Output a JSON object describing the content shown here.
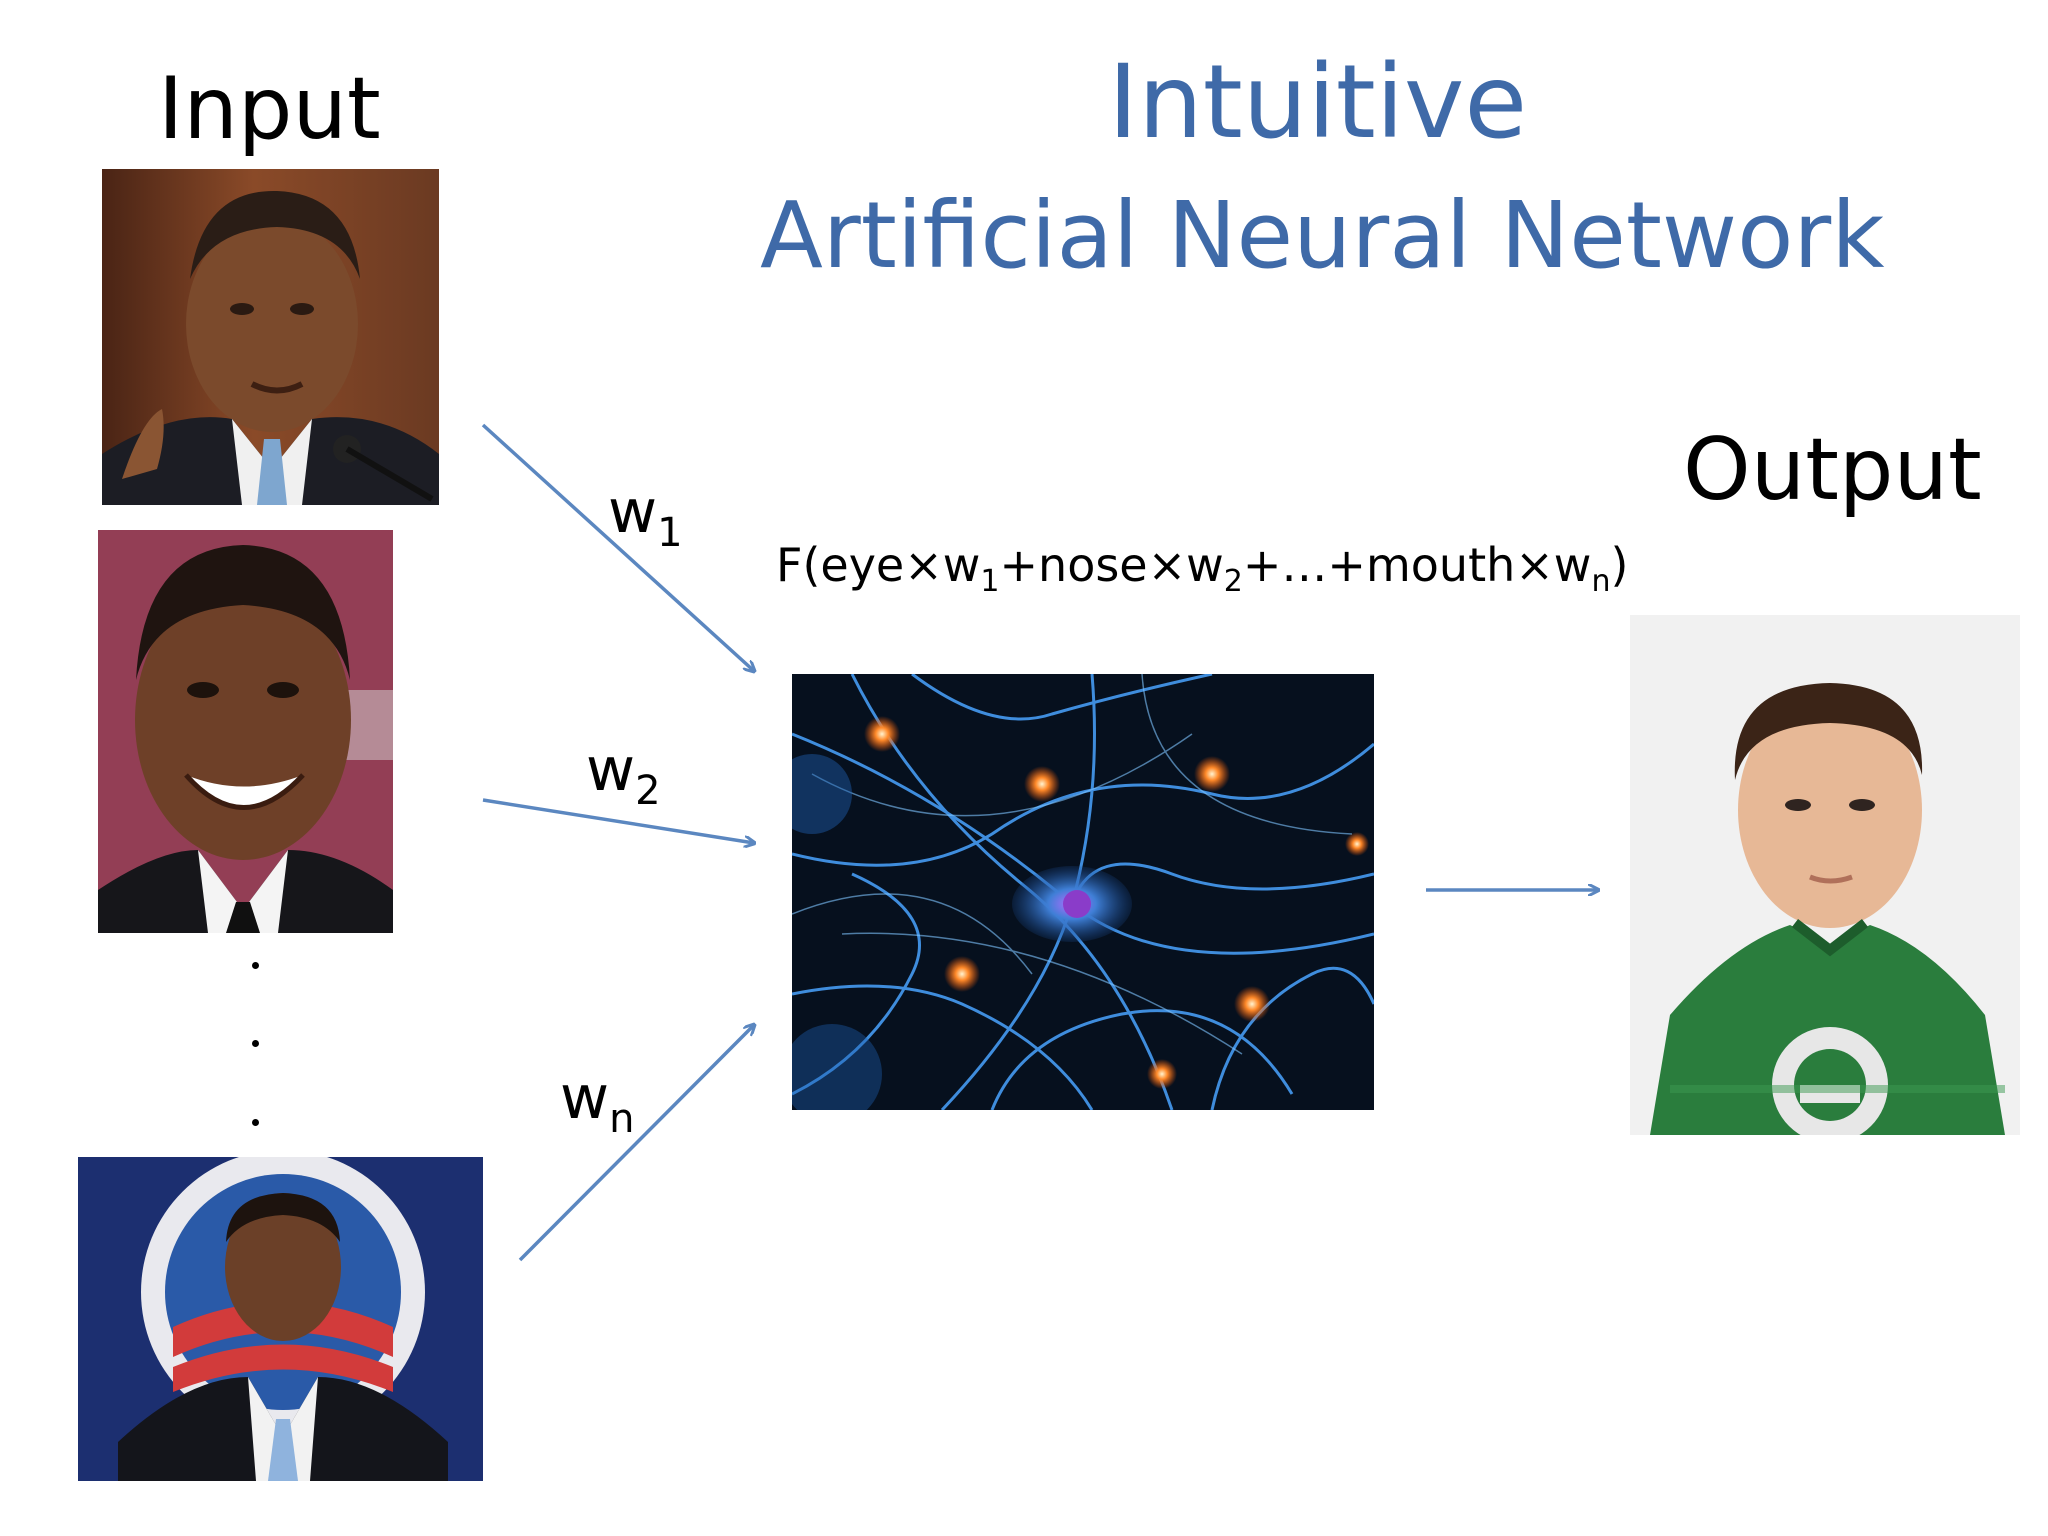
{
  "title": {
    "main": "Intuitive",
    "sub": "Artificial Neural Network"
  },
  "labels": {
    "input": "Input",
    "output": "Output"
  },
  "weights": {
    "w1": {
      "base": "w",
      "sub": "1"
    },
    "w2": {
      "base": "w",
      "sub": "2"
    },
    "wn": {
      "base": "w",
      "sub": "n"
    }
  },
  "formula": {
    "p1": "F(eye×w",
    "s1": "1",
    "p2": "+nose×w",
    "s2": "2",
    "p3": "+…+mouth×w",
    "s3": "n",
    "p4": ")"
  },
  "colors": {
    "title": "#3f6aa8",
    "arrow": "#5b87c0"
  }
}
